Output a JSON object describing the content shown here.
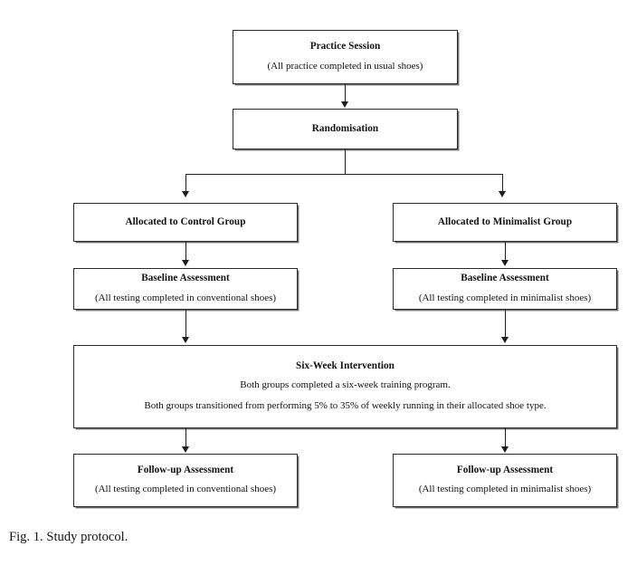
{
  "figure": {
    "caption": "Fig. 1. Study protocol.",
    "background_color": "#ffffff",
    "box_border_color": "#2b2b2b",
    "connector_color": "#1d1d1d",
    "text_color": "#111111"
  },
  "nodes": {
    "practice": {
      "title": "Practice Session",
      "sub1": "(All practice completed in usual shoes)"
    },
    "randomisation": {
      "title": "Randomisation"
    },
    "allocated_control": {
      "title": "Allocated to Control Group"
    },
    "allocated_minimalist": {
      "title": "Allocated to Minimalist Group"
    },
    "baseline_control": {
      "title": "Baseline Assessment",
      "sub1": "(All testing completed in conventional shoes)"
    },
    "baseline_minimalist": {
      "title": "Baseline Assessment",
      "sub1": "(All testing completed in minimalist shoes)"
    },
    "intervention": {
      "title": "Six-Week Intervention",
      "sub1": "Both groups completed a six-week training program.",
      "sub2": "Both groups transitioned from performing 5% to 35% of weekly running in their allocated shoe type."
    },
    "followup_control": {
      "title": "Follow-up Assessment",
      "sub1": "(All testing completed in conventional shoes)"
    },
    "followup_minimalist": {
      "title": "Follow-up Assessment",
      "sub1": "(All testing completed in minimalist shoes)"
    }
  }
}
